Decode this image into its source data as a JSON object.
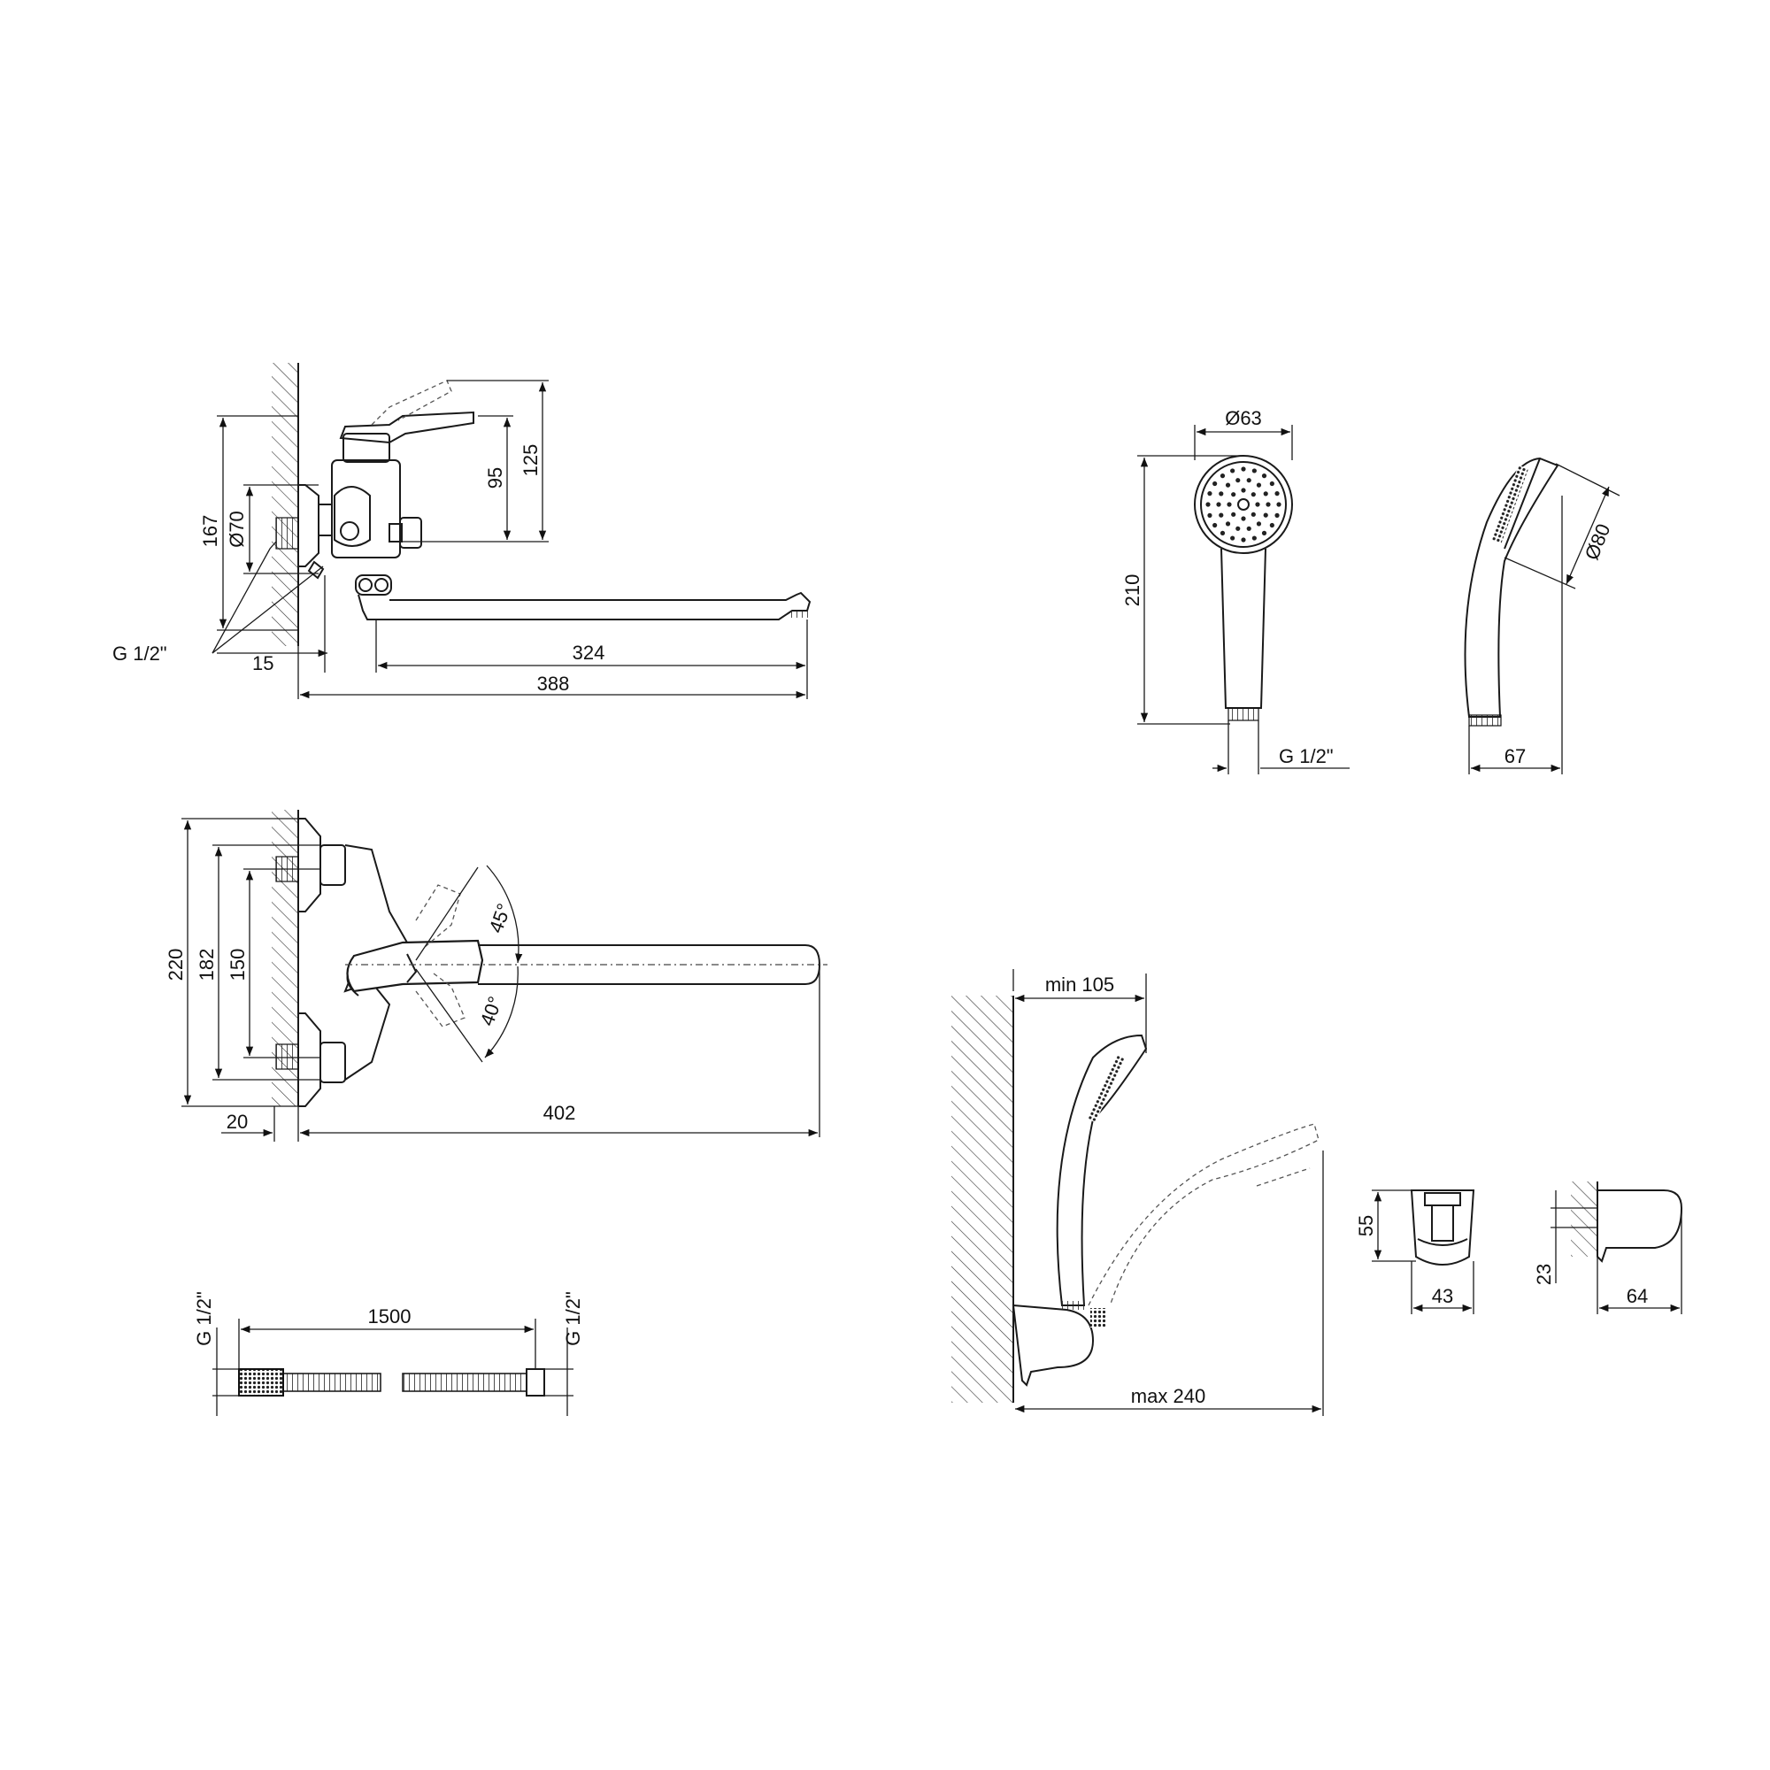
{
  "drawing": {
    "faucet_side": {
      "height_total": "167",
      "flange_diameter": "Ø70",
      "handle_height": "95",
      "handle_height_raised": "125",
      "connection_thread": "G 1/2\"",
      "wall_offset": "15",
      "spout_reach": "324",
      "overall_reach": "388"
    },
    "faucet_top": {
      "height_outer": "220",
      "height_mid": "182",
      "eccentric_spacing": "150",
      "angle_up": "45°",
      "angle_down": "40°",
      "wall_offset": "20",
      "spout_length": "402"
    },
    "hand_shower_front": {
      "head_diameter": "Ø63",
      "length": "210",
      "thread": "G 1/2\""
    },
    "hand_shower_side": {
      "head_diameter": "Ø80",
      "width": "67"
    },
    "shower_hose": {
      "length": "1500",
      "thread_left": "G 1/2\"",
      "thread_right": "G 1/2\""
    },
    "wall_holder_install": {
      "min_projection": "min 105",
      "max_projection": "max 240"
    },
    "holder_front": {
      "height": "55",
      "width": "43"
    },
    "holder_side": {
      "mount_height": "23",
      "depth": "64"
    }
  },
  "colors": {
    "line": "#1a1a1a",
    "background": "#ffffff"
  }
}
